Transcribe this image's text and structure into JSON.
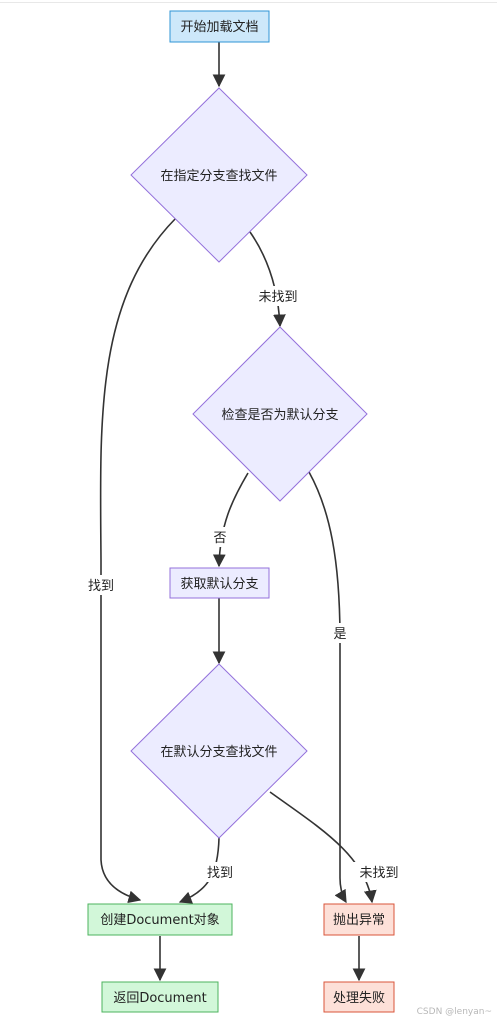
{
  "nodes": {
    "start": {
      "label": "开始加载文档"
    },
    "find_in_branch": {
      "label": "在指定分支查找文件"
    },
    "check_default": {
      "label": "检查是否为默认分支"
    },
    "get_default": {
      "label": "获取默认分支"
    },
    "find_in_default": {
      "label": "在默认分支查找文件"
    },
    "create_document": {
      "label": "创建Document对象"
    },
    "throw_exception": {
      "label": "抛出异常"
    },
    "return_document": {
      "label": "返回Document"
    },
    "process_failed": {
      "label": "处理失败"
    }
  },
  "edges": {
    "not_found_1": {
      "label": "未找到"
    },
    "found_1": {
      "label": "找到"
    },
    "no": {
      "label": "否"
    },
    "yes": {
      "label": "是"
    },
    "found_2": {
      "label": "找到"
    },
    "not_found_2": {
      "label": "未找到"
    }
  },
  "watermark": "CSDN @lenyan~",
  "colors": {
    "blue_fill": "#cde8fa",
    "blue_stroke": "#2f95d6",
    "lavender_fill": "#ececff",
    "lavender_stroke": "#9370db",
    "green_fill": "#d2f7d9",
    "green_stroke": "#4cb35e",
    "red_fill": "#fde0d8",
    "red_stroke": "#d9543a",
    "edge": "#333333"
  }
}
